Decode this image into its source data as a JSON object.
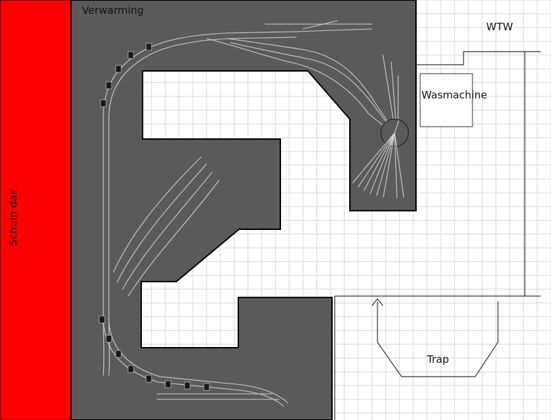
{
  "labels": {
    "heating": "Verwarming",
    "wtw": "WTW",
    "washer": "Wasmachine",
    "sloped_roof": "Schuin dak",
    "stairs": "Trap"
  },
  "colors": {
    "roof": "#ff0000",
    "layout": "#5a5a5a",
    "grid": "#d6d6d6",
    "track": "#c8c8c8",
    "outline": "#000000"
  },
  "icons": {
    "turntable": "turntable-icon",
    "stair_arrow": "arrow-up-icon",
    "turnout": "turnout-marker-icon"
  }
}
